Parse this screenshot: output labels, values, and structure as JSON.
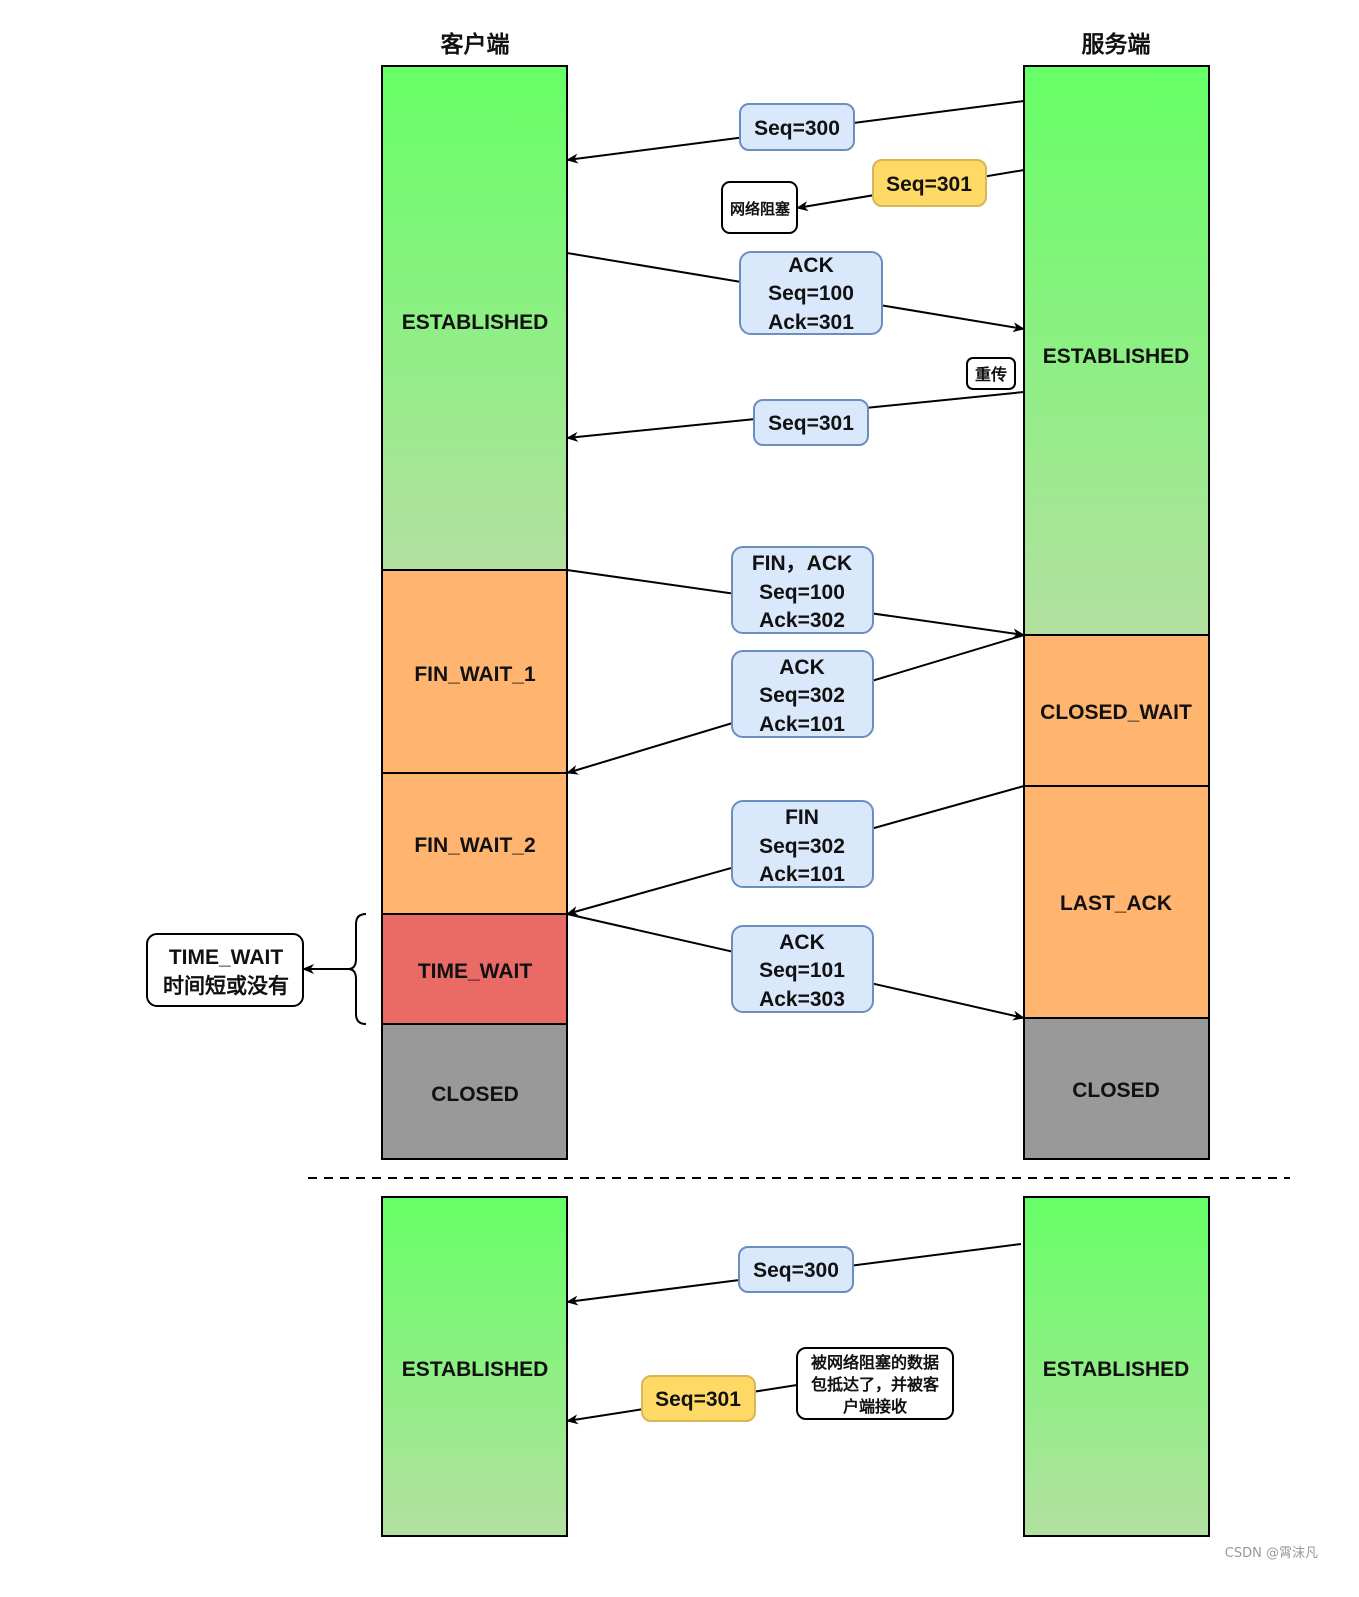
{
  "client_title": "客户端",
  "server_title": "服务端",
  "states": {
    "c_est": "ESTABLISHED",
    "c_fw1": "FIN_WAIT_1",
    "c_fw2": "FIN_WAIT_2",
    "c_tw": "TIME_WAIT",
    "c_closed": "CLOSED",
    "s_est": "ESTABLISHED",
    "s_cw": "CLOSED_WAIT",
    "s_la": "LAST_ACK",
    "s_closed": "CLOSED",
    "c_est2": "ESTABLISHED",
    "s_est2": "ESTABLISHED"
  },
  "messages": {
    "m1": [
      "Seq=300"
    ],
    "m2": [
      "Seq=301"
    ],
    "m3": [
      "ACK",
      "Seq=100",
      "Ack=301"
    ],
    "m4": [
      "Seq=301"
    ],
    "m5": [
      "FIN，ACK",
      "Seq=100",
      "Ack=302"
    ],
    "m6": [
      "ACK",
      "Seq=302",
      "Ack=101"
    ],
    "m7": [
      "FIN",
      "Seq=302",
      "Ack=101"
    ],
    "m8": [
      "ACK",
      "Seq=101",
      "Ack=303"
    ],
    "m9": [
      "Seq=300"
    ],
    "m10": [
      "Seq=301"
    ]
  },
  "notes": {
    "blocked": "网络阻塞",
    "retransmit": "重传",
    "time_wait": [
      "TIME_WAIT",
      "时间短或没有"
    ],
    "late_arrival": [
      "被网络阻塞的数据",
      "包抵达了，并被客",
      "户端接收"
    ]
  },
  "watermark": "CSDN @霄沫凡",
  "colors": {
    "established_top": "#66ff66",
    "established_bottom": "#b3e0a0",
    "fin_wait": "#ffb570",
    "time_wait": "#ea6b66",
    "closed": "#999999",
    "msg_fill": "#dae8fc",
    "msg_stroke": "#6c8ebf",
    "lost_fill": "#ffd966",
    "lost_stroke": "#d6b656"
  }
}
